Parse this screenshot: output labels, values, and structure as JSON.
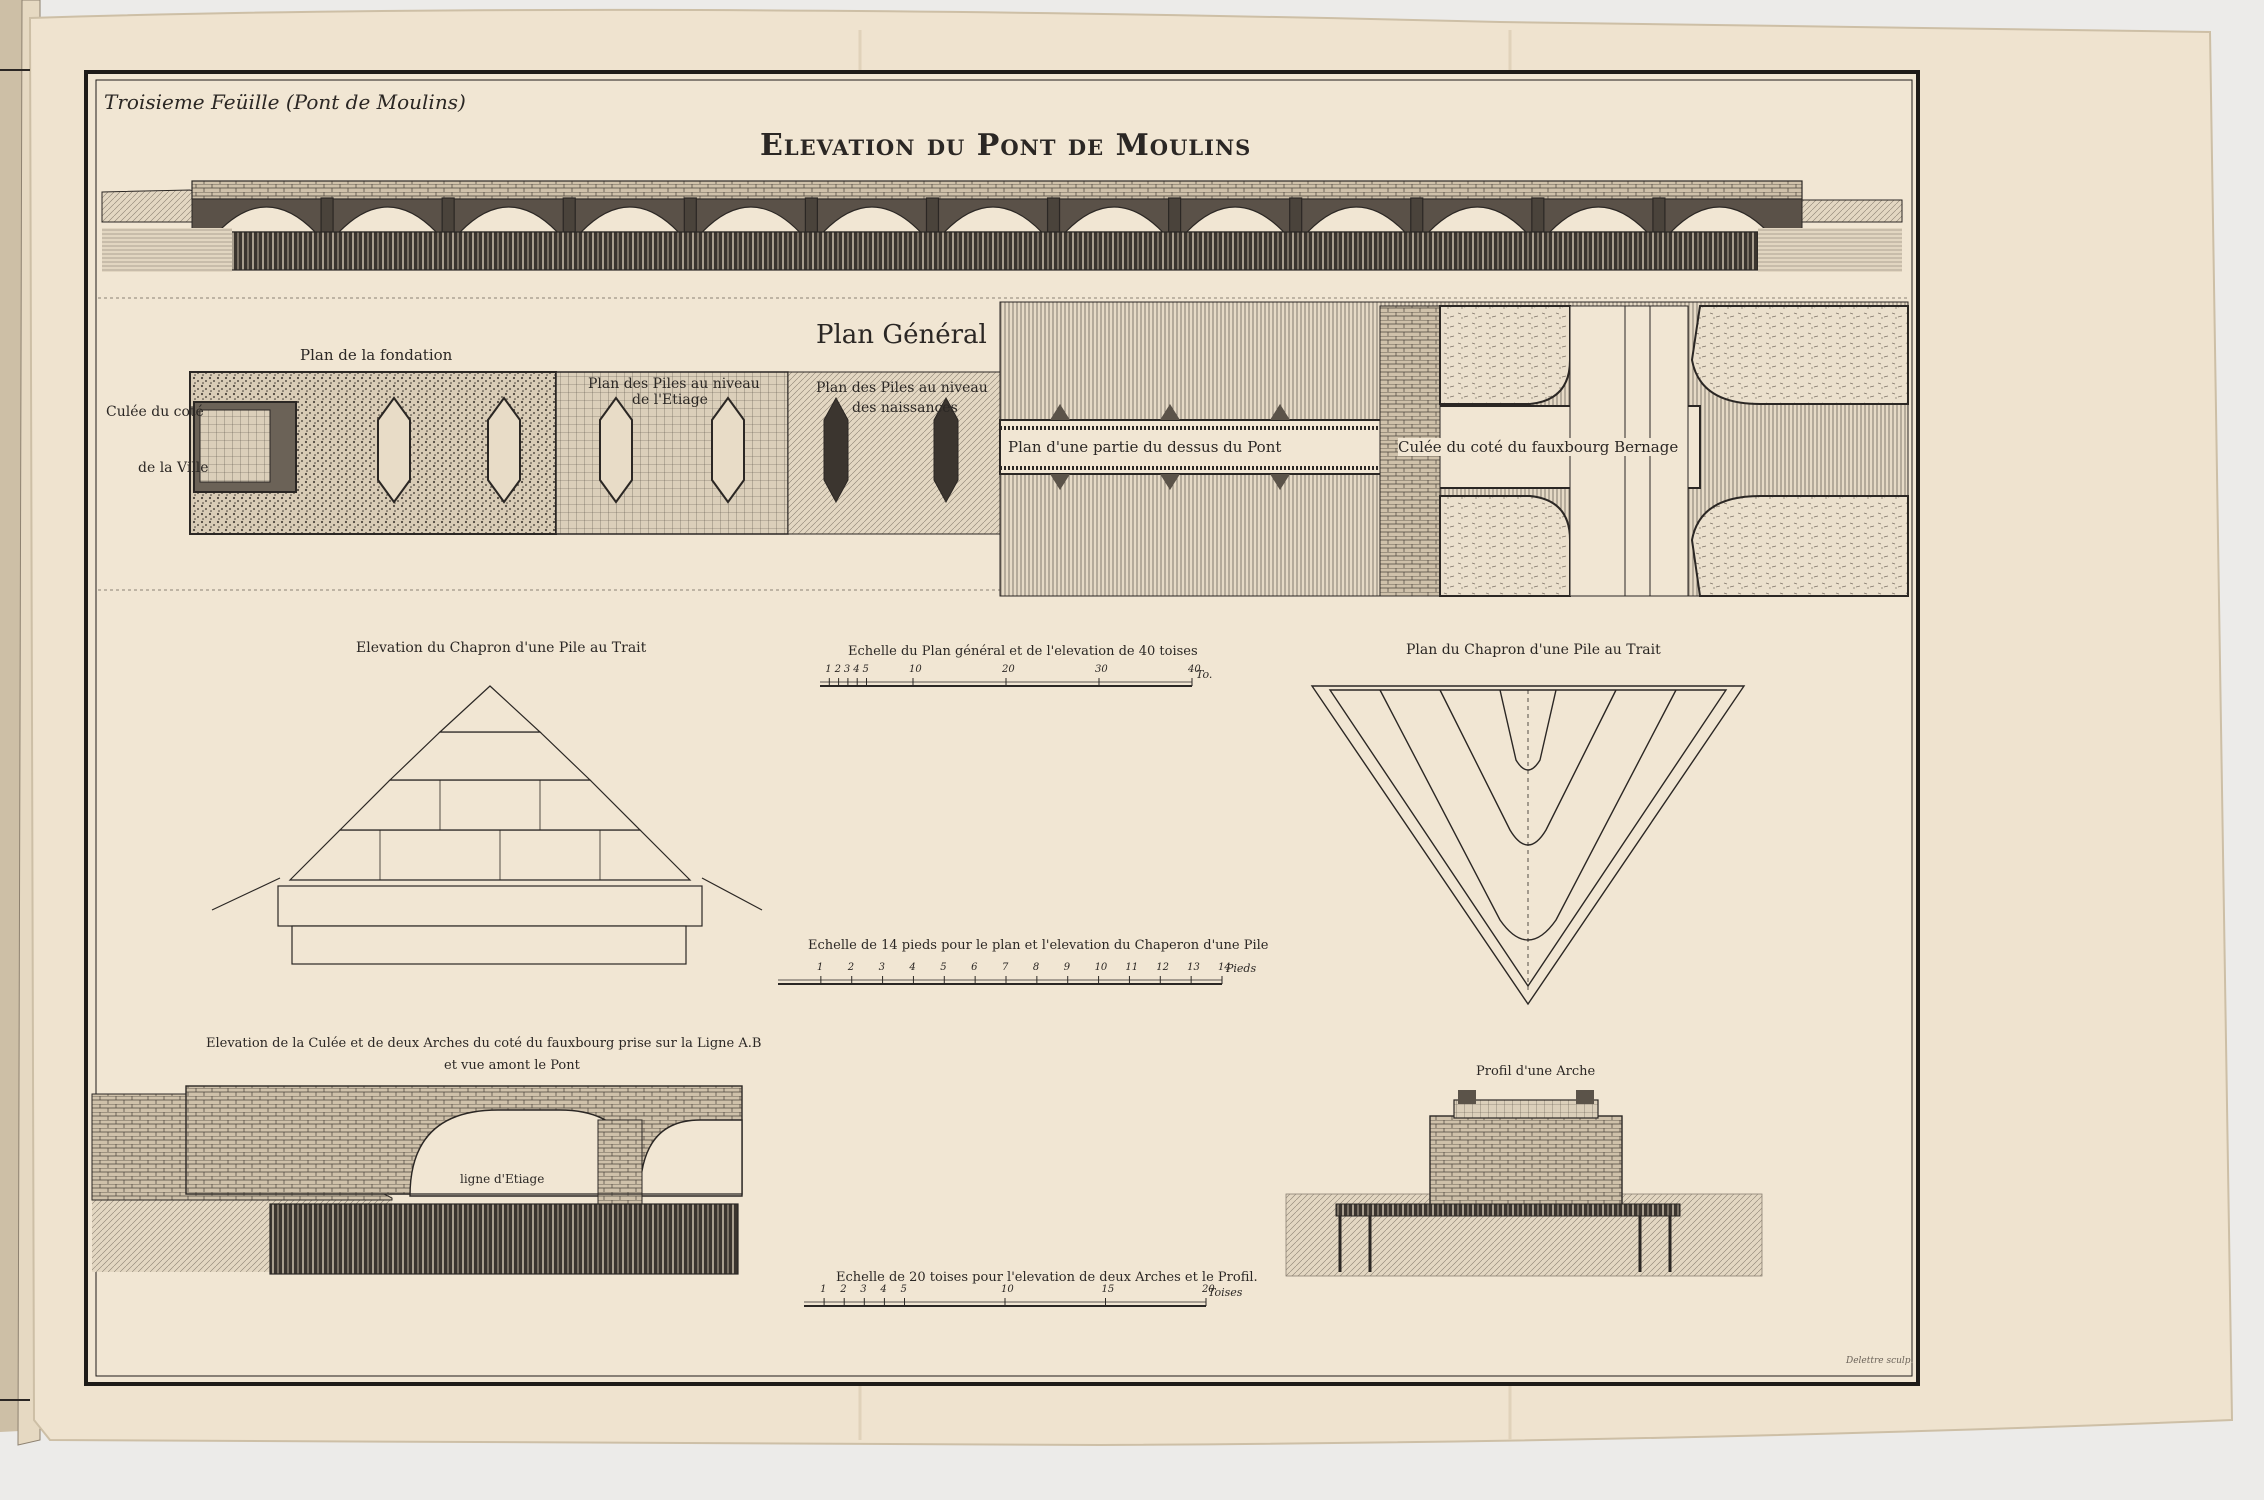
{
  "plate": {
    "sheet_label": "Troisieme Feüille (Pont de Moulins)",
    "main_title": "Elevation du Pont de Moulins",
    "plan_title": "Plan Général",
    "engraver": "Delettre sculp.",
    "colors": {
      "paper": "#efe3cf",
      "paper_edge": "#e2d3bb",
      "ink": "#2b2724",
      "ink_light": "#6b6359",
      "background": "#ecebe9"
    }
  },
  "plan": {
    "fondation_label": "Plan de la fondation",
    "piles_etiage_label_1": "Plan des Piles au niveau",
    "piles_etiage_label_2": "de l'Etiage",
    "piles_naissances_label_1": "Plan des Piles au niveau",
    "piles_naissances_label_2": "des naissances",
    "dessus_label": "Plan d'une partie du dessus du Pont",
    "culee_ville_1": "Culée du coté",
    "culee_ville_2": "de la Ville",
    "culee_fauxbourg": "Culée du coté du fauxbourg Bernage"
  },
  "details": {
    "chapron_elevation": "Elevation du Chapron d'une Pile au Trait",
    "chapron_plan": "Plan du Chapron d'une Pile au Trait",
    "culee_elevation_1": "Elevation de la Culée et de deux Arches du coté du fauxbourg prise sur la Ligne A.B",
    "culee_elevation_2": "et vue amont le Pont",
    "ligne_etiage": "ligne d'Etiage",
    "profil_arche": "Profil d'une Arche"
  },
  "scales": {
    "s1_label": "Echelle du Plan général et de l'elevation de 40 toises",
    "s1_ticks": [
      "1",
      "2",
      "3",
      "4",
      "5",
      "10",
      "20",
      "30",
      "40"
    ],
    "s1_unit": "To.",
    "s2_label": "Echelle de 14 pieds pour le plan et l'elevation du Chaperon d'une Pile",
    "s2_ticks": [
      "1",
      "2",
      "3",
      "4",
      "5",
      "6",
      "7",
      "8",
      "9",
      "10",
      "11",
      "12",
      "13",
      "14"
    ],
    "s2_unit": "Pieds",
    "s3_label": "Echelle de 20 toises pour l'elevation de deux Arches et le Profil.",
    "s3_ticks": [
      "1",
      "2",
      "3",
      "4",
      "5",
      "10",
      "15",
      "20"
    ],
    "s3_unit": "Toises"
  }
}
